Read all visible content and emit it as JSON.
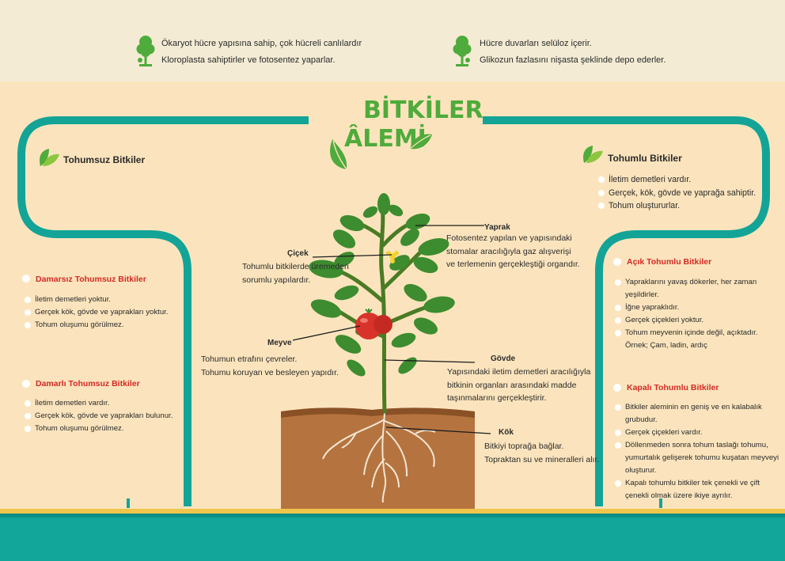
{
  "top": {
    "left_line1": "Ökaryot hücre yapısına sahip, çok hücreli canlılardır",
    "left_line2": "Kloroplasta sahiptirler ve fotosentez yaparlar.",
    "right_line1": "Hücre duvarları selüloz içerir.",
    "right_line2": "Glikozun fazlasını nişasta şeklinde depo ederler."
  },
  "title": {
    "line1": "BİTKİLER",
    "line2": "ÂLEMİ"
  },
  "left": {
    "heading": "Tohumsuz Bitkiler",
    "sections": [
      {
        "title": "Damarsız Tohumsuz Bitkiler",
        "items": [
          "İletim demetleri yoktur.",
          "Gerçek kök, gövde ve yaprakları yoktur.",
          "Tohum oluşumu görülmez."
        ]
      },
      {
        "title": "Damarlı Tohumsuz Bitkiler",
        "items": [
          "İletim demetleri vardır.",
          "Gerçek kök, gövde ve yaprakları bulunur.",
          "Tohum oluşumu görülmez."
        ]
      }
    ]
  },
  "right": {
    "heading": "Tohumlu Bitkiler",
    "items": [
      "İletim demetleri vardır.",
      "Gerçek, kök, gövde ve yaprağa sahiptir.",
      "Tohum oluştururlar."
    ],
    "sections": [
      {
        "title": "Açık Tohumlu Bitkiler",
        "items": [
          "Yapraklarını yavaş dökerler, her zaman yeşildirler.",
          "İğne yapraklıdır.",
          "Gerçek çiçekleri yoktur.",
          "Tohum meyvenin içinde değil, açıktadır.",
          "Örnek; Çam, ladin, ardıç"
        ]
      },
      {
        "title": "Kapalı Tohumlu Bitkiler",
        "items": [
          "Bitkiler aleminin en geniş ve en kalabalık grubudur.",
          "Gerçek çiçekleri vardır.",
          "Döllenmeden sonra tohum taslağı tohumu, yumurtalık gelişerek tohumu kuşatan meyveyi oluşturur.",
          "Kapalı tohumlu bitkiler tek çenekli ve çift çenekli olmak üzere ikiye ayrılır."
        ]
      }
    ]
  },
  "plant": {
    "yaprak": {
      "label": "Yaprak",
      "desc": [
        "Fotosentez yapılan ve yapısındaki",
        "stomalar aracılığıyla gaz alışverişi",
        "ve  terlemenin gerçekleştiği organdır."
      ]
    },
    "cicek": {
      "label": "Çiçek",
      "desc": [
        "Tohumlu bitkilerde üremeden",
        "sorumlu yapılardır."
      ]
    },
    "meyve": {
      "label": "Meyve",
      "desc": [
        "Tohumun etrafını çevreler.",
        "Tohumu koruyan ve besleyen yapıdır."
      ]
    },
    "govde": {
      "label": "Gövde",
      "desc": [
        "Yapısındaki iletim demetleri aracılığıyla",
        "bitkinin organları arasındaki madde",
        "taşınmalarını gerçekleştirir."
      ]
    },
    "kok": {
      "label": "Kök",
      "desc": [
        "Bitkiyi toprağa bağlar.",
        "Topraktan su ve mineralleri alır."
      ]
    }
  },
  "colors": {
    "teal": "#13a497",
    "green": "#4fab3b",
    "red": "#d22a25",
    "soil": "#b5743f",
    "background": "#fbe4bd"
  }
}
